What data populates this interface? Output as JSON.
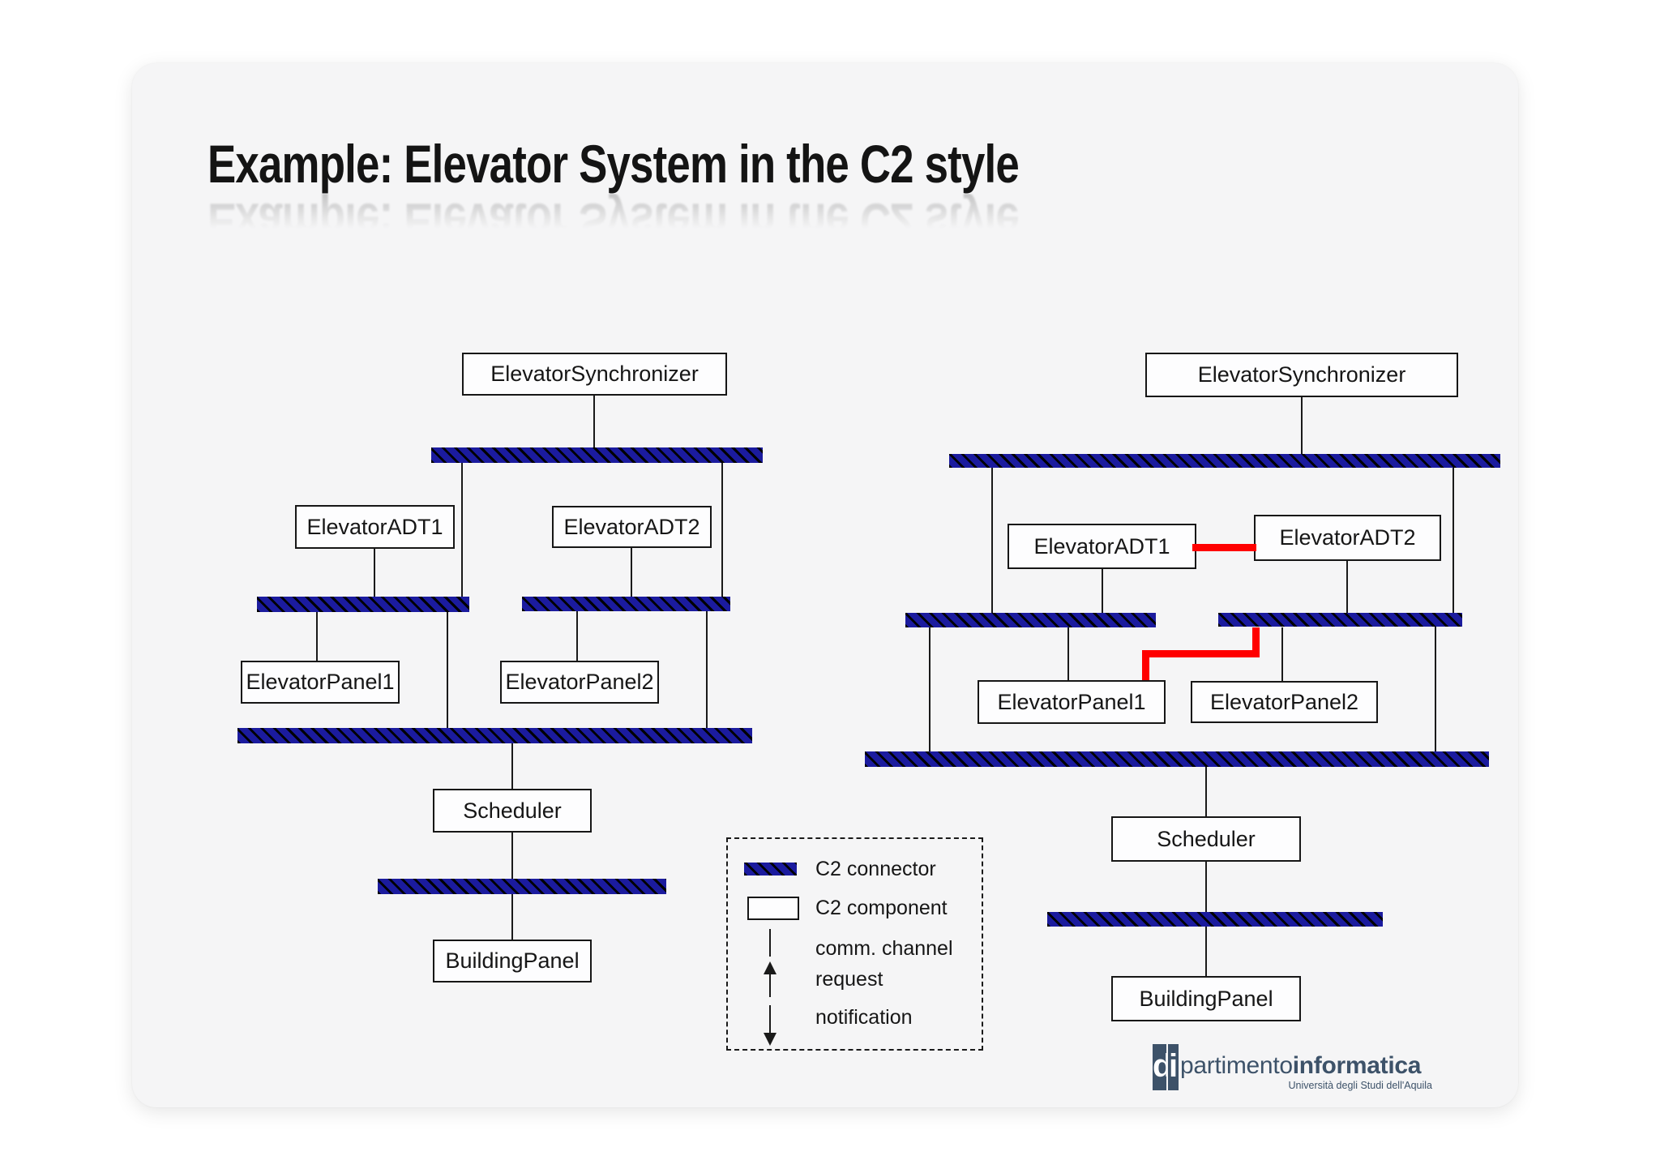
{
  "slide": {
    "title": "Example: Elevator System in the C2 style"
  },
  "diagrams": {
    "left": {
      "synchronizer": "ElevatorSynchronizer",
      "adt1": "ElevatorADT1",
      "adt2": "ElevatorADT2",
      "panel1": "ElevatorPanel1",
      "panel2": "ElevatorPanel2",
      "scheduler": "Scheduler",
      "building_panel": "BuildingPanel"
    },
    "right": {
      "synchronizer": "ElevatorSynchronizer",
      "adt1": "ElevatorADT1",
      "adt2": "ElevatorADT2",
      "panel1": "ElevatorPanel1",
      "panel2": "ElevatorPanel2",
      "scheduler": "Scheduler",
      "building_panel": "BuildingPanel"
    }
  },
  "legend": {
    "connector": "C2 connector",
    "component": "C2 component",
    "channel": "comm. channel",
    "request": "request",
    "notification": "notification"
  },
  "logo": {
    "d": "d",
    "i": "i",
    "name_regular": "partimento",
    "name_bold": "informatica",
    "subtitle": "Università degli Studi dell'Aquila"
  },
  "colors": {
    "connector": "#1b1b9e",
    "highlight": "#ff0000",
    "logo": "#3d5269",
    "slide_bg": "#f5f5f6",
    "line": "#1a1a1a"
  }
}
